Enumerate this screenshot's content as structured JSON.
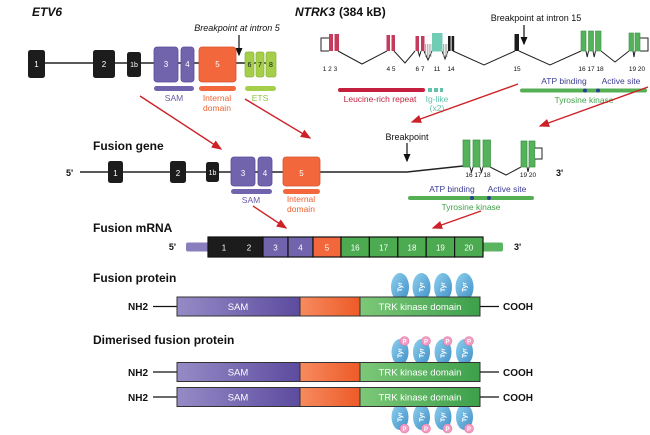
{
  "figure": {
    "description_note": "ETV6-NTRK3 fusion gene diagram"
  },
  "colors": {
    "exon_black": "#1c1c1c",
    "etv6_purple": "#7164ad",
    "etv6_orange": "#f2683c",
    "etv6_green": "#a5cf4b",
    "ntrk_crimson": "#c43b5c",
    "ntrk_teal": "#71ccb6",
    "ntrk_green": "#54b25a",
    "mrna_green": "#4cab50",
    "protein_purple": "#6a59a8",
    "protein_orange": "#f07036",
    "protein_green": "#4caf50",
    "arrow_red": "#cc2127",
    "navy_text": "#3c3c94",
    "leucine_red": "#c41f3e",
    "tyr_blue": "#5fa8d8",
    "phospho_pink": "#f29cc2"
  },
  "etv6": {
    "title": "ETV6",
    "breakpoint": "Breakpoint at intron 5",
    "exons": [
      "1",
      "2",
      "1b",
      "3",
      "4",
      "5",
      "6",
      "7",
      "8"
    ],
    "domains": {
      "sam": "SAM",
      "internal_1": "Internal",
      "internal_2": "domain",
      "ets": "ETS"
    }
  },
  "ntrk3": {
    "title_gene": "NTRK3",
    "title_size": "(384 kB)",
    "breakpoint": "Breakpoint at intron 15",
    "exon_groups": [
      "1 2 3",
      "4 5",
      "6 7",
      "11",
      "14",
      "15",
      "16 17 18",
      "19 20"
    ],
    "domains": {
      "leucine": "Leucine-rich repeat",
      "ig": "Ig-like",
      "ig2": "(x2)",
      "atp": "ATP binding",
      "active": "Active site",
      "tyrosine": "Tyrosine kinase"
    }
  },
  "fusion_gene": {
    "label": "Fusion gene",
    "five": "5'",
    "three": "3'",
    "breakpoint": "Breakpoint",
    "exons": [
      "1",
      "2",
      "1b",
      "3",
      "4",
      "5"
    ],
    "ntrk_exons": [
      "16 17 18",
      "19 20"
    ],
    "domains": {
      "sam": "SAM",
      "internal_1": "Internal",
      "internal_2": "domain",
      "atp": "ATP binding",
      "active": "Active site",
      "tyrosine": "Tyrosine kinase"
    }
  },
  "fusion_mrna": {
    "label": "Fusion mRNA",
    "five": "5'",
    "three": "3'",
    "segments": [
      "1",
      "2",
      "3",
      "4",
      "5",
      "16",
      "17",
      "18",
      "19",
      "20"
    ]
  },
  "fusion_protein": {
    "label": "Fusion protein",
    "nh2": "NH2",
    "cooh": "COOH",
    "sam": "SAM",
    "trk": "TRK kinase domain",
    "tyr": "Tyr"
  },
  "dimer": {
    "label": "Dimerised fusion protein",
    "nh2": "NH2",
    "cooh": "COOH",
    "sam": "SAM",
    "trk": "TRK kinase domain",
    "tyr": "Tyr",
    "p": "P"
  }
}
